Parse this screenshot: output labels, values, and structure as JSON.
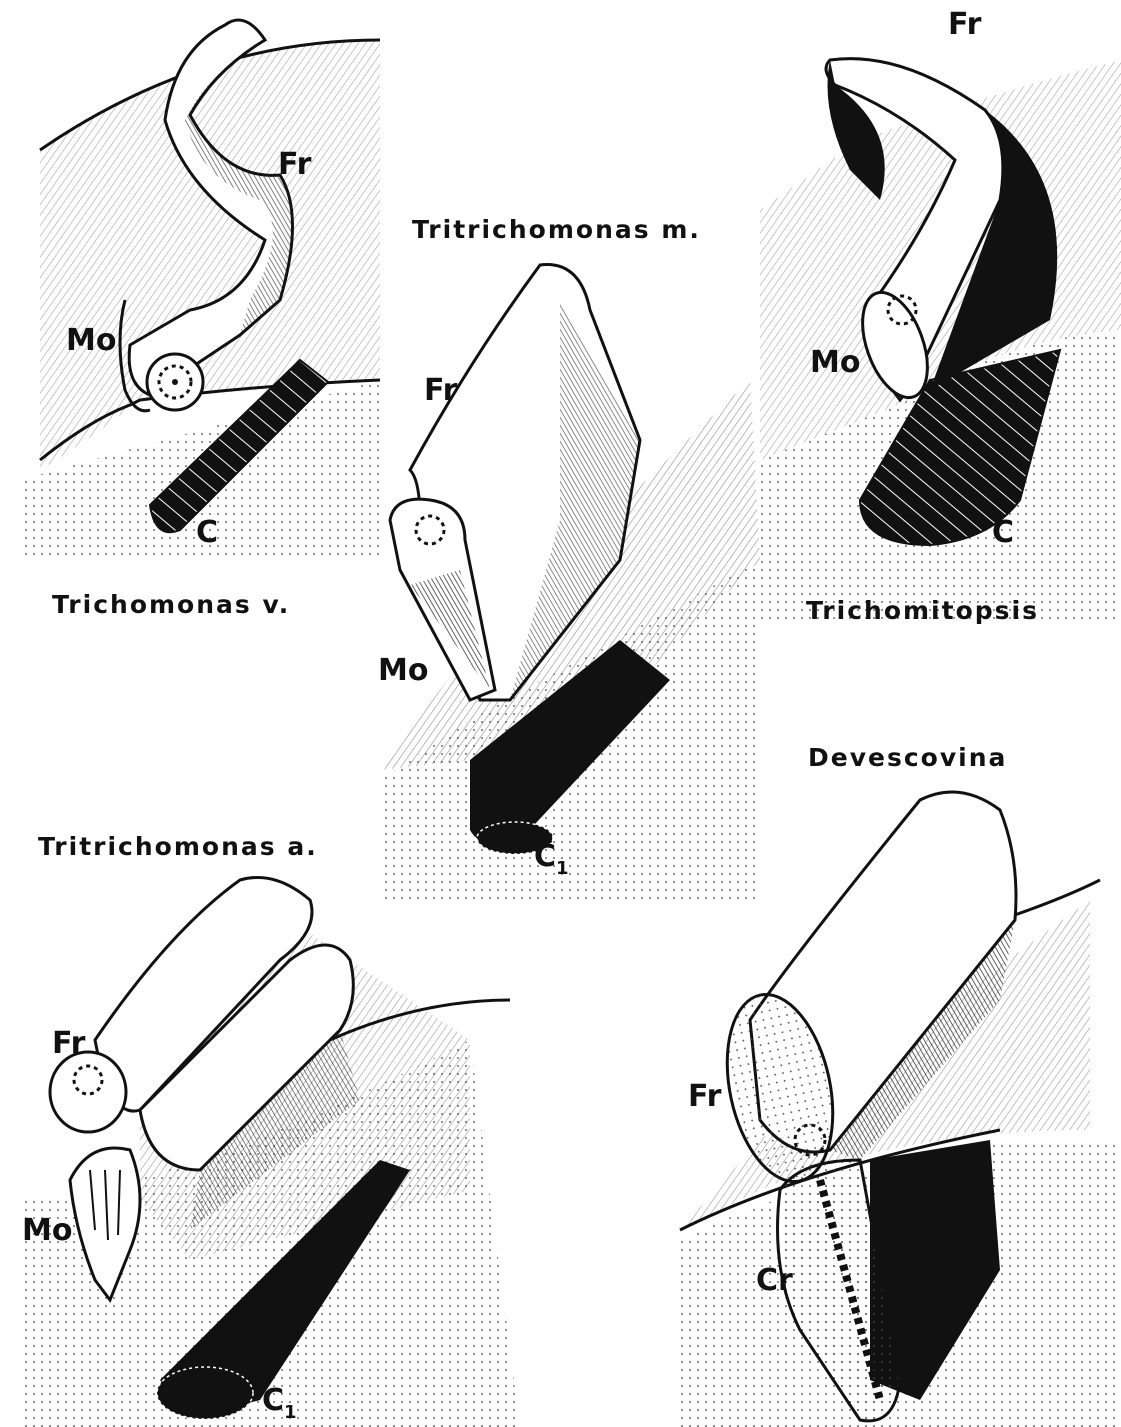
{
  "panels": {
    "trichomonas_v": {
      "title": "Trichomonas v.",
      "labels": {
        "fr": "Fr",
        "mo": "Mo",
        "c": "C"
      }
    },
    "tritrichomonas_m": {
      "title": "Tritrichomonas m.",
      "labels": {
        "fr": "Fr",
        "mo": "Mo",
        "c_main": "C",
        "c_sub": "1"
      }
    },
    "trichomitopsis": {
      "title": "Trichomitopsis",
      "labels": {
        "fr": "Fr",
        "mo": "Mo",
        "c": "C"
      }
    },
    "tritrichomonas_a": {
      "title": "Tritrichomonas a.",
      "labels": {
        "fr": "Fr",
        "mo": "Mo",
        "c_main": "C",
        "c_sub": "1"
      }
    },
    "devescovina": {
      "title": "Devescovina",
      "labels": {
        "fr": "Fr",
        "cr": "Cr"
      }
    }
  },
  "colors": {
    "ink": "#111111",
    "paper": "#ffffff",
    "shade": "#555555"
  }
}
